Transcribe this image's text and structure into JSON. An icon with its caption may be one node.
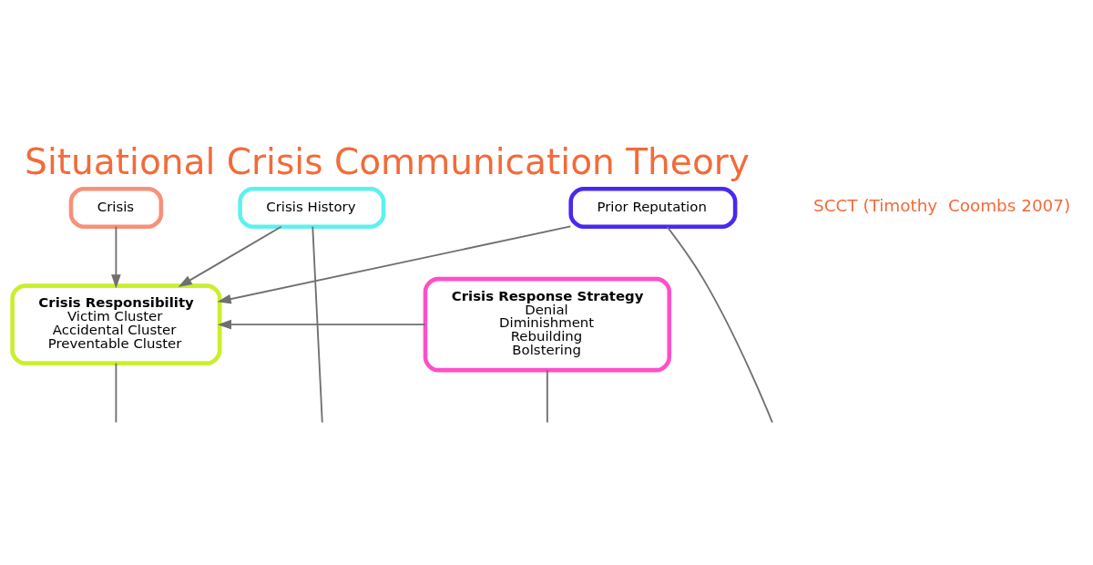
{
  "diagram": {
    "title": "Situational Crisis Communication Theory",
    "nodes": [
      {
        "text": [
          "Crisis"
        ]
      },
      {
        "text": [
          "Crisis History"
        ]
      },
      {
        "text": [
          "Crisis Response Strategy",
          "Denial",
          "Diminishment",
          "Rebuilding",
          "Bolstering"
        ]
      },
      {
        "text": [
          "Crisis Responsibility",
          "Victim Cluster",
          "Accidental Cluster",
          "Preventable Cluster"
        ]
      },
      {
        "text": [
          "Prior Reputation"
        ]
      }
    ],
    "edges": [
      {
        "from": 0,
        "to": 3,
        "arrow": "to"
      },
      {
        "from": 1,
        "to": 3,
        "arrow": "to"
      },
      {
        "from": 2,
        "to": 3,
        "arrow": "to"
      },
      {
        "from": 2,
        "to": null,
        "arrow": "none"
      },
      {
        "from": 3,
        "to": null,
        "arrow": "none"
      },
      {
        "from": 1,
        "to": null,
        "arrow": "none"
      },
      {
        "from": 4,
        "to": 3,
        "arrow": "to"
      },
      {
        "from": 4,
        "to": null,
        "arrow": "none"
      }
    ],
    "labels": [
      "SCCT (Timothy  Coombs 2007)"
    ]
  }
}
